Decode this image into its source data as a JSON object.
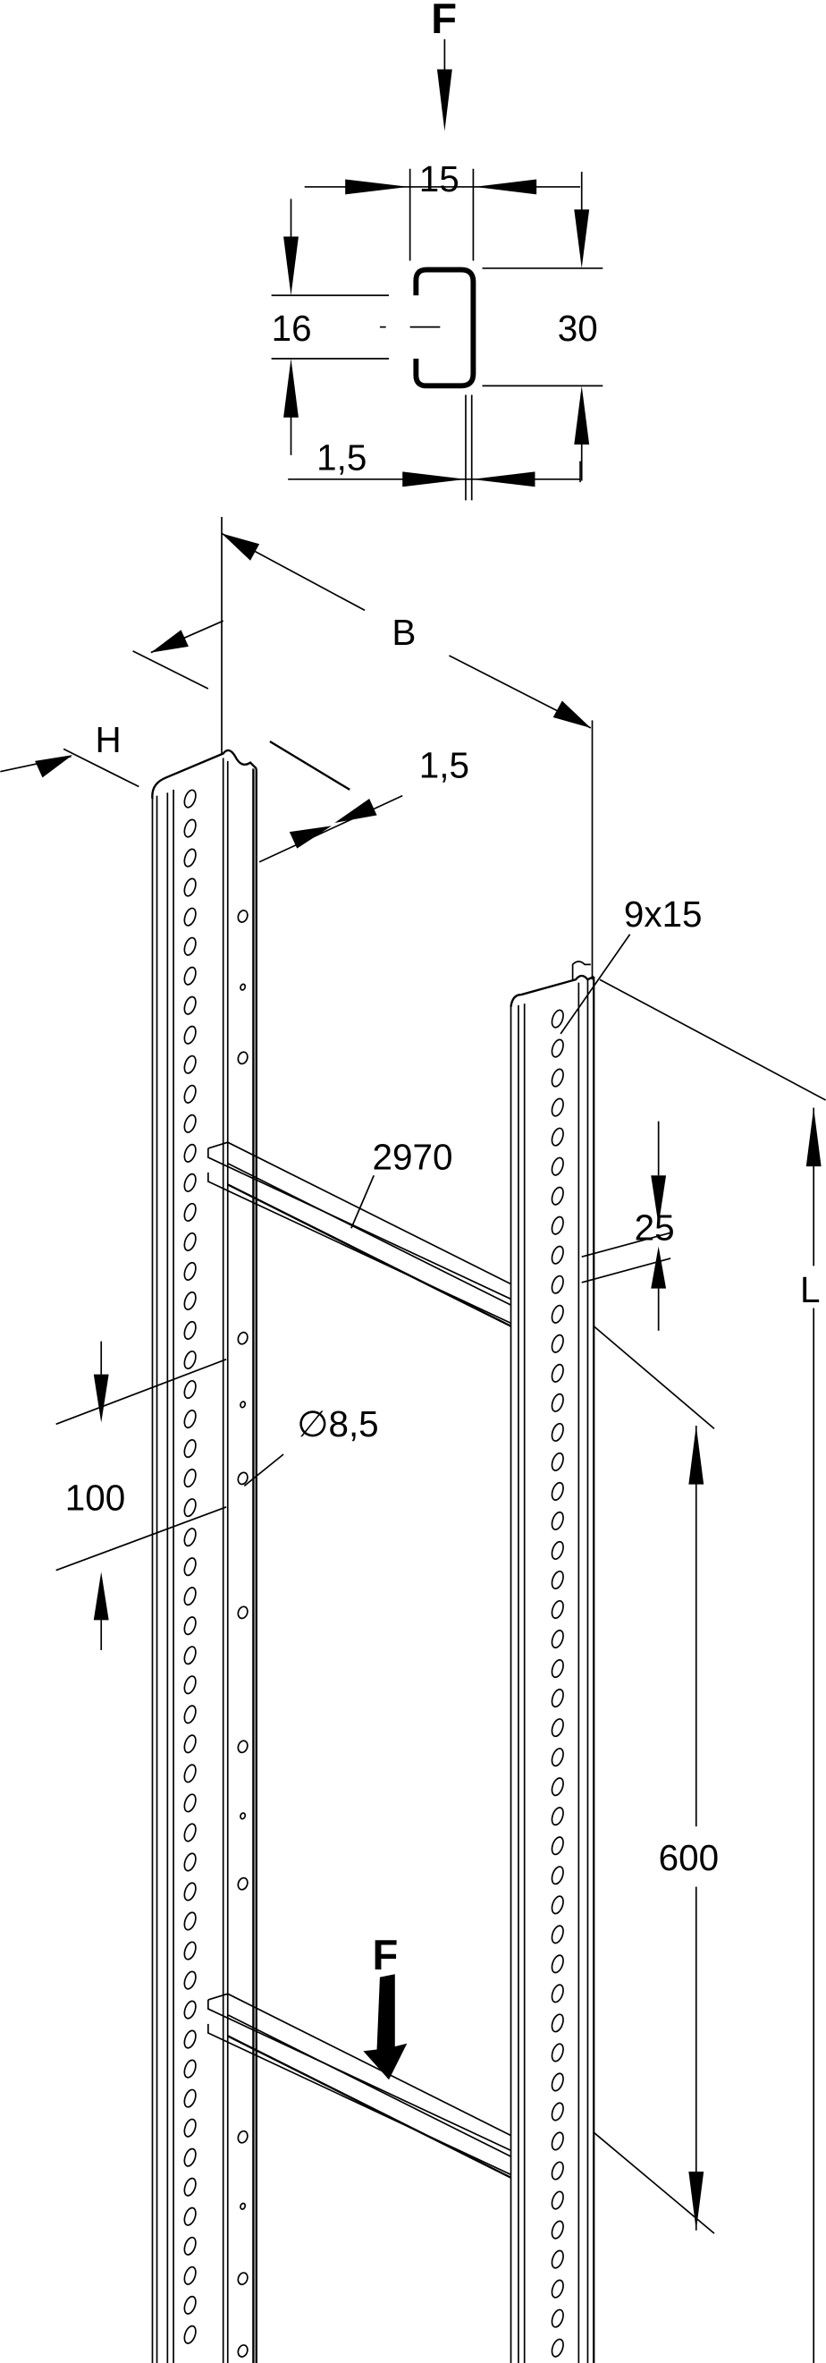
{
  "drawing": {
    "profile": {
      "force_label": "F",
      "width_label": "15",
      "opening_label": "16",
      "height_label": "30",
      "thickness_label": "1,5"
    },
    "ladder": {
      "width_label": "B",
      "depth_label": "H",
      "thickness_label": "1,5",
      "slot_label": "9x15",
      "rung_length_label": "2970",
      "rung_width_label": "25",
      "length_label": "L",
      "hole_spacing_label": "100",
      "hole_diameter_label": "∅8,5",
      "rung_spacing_label": "600",
      "force_label": "F"
    }
  }
}
